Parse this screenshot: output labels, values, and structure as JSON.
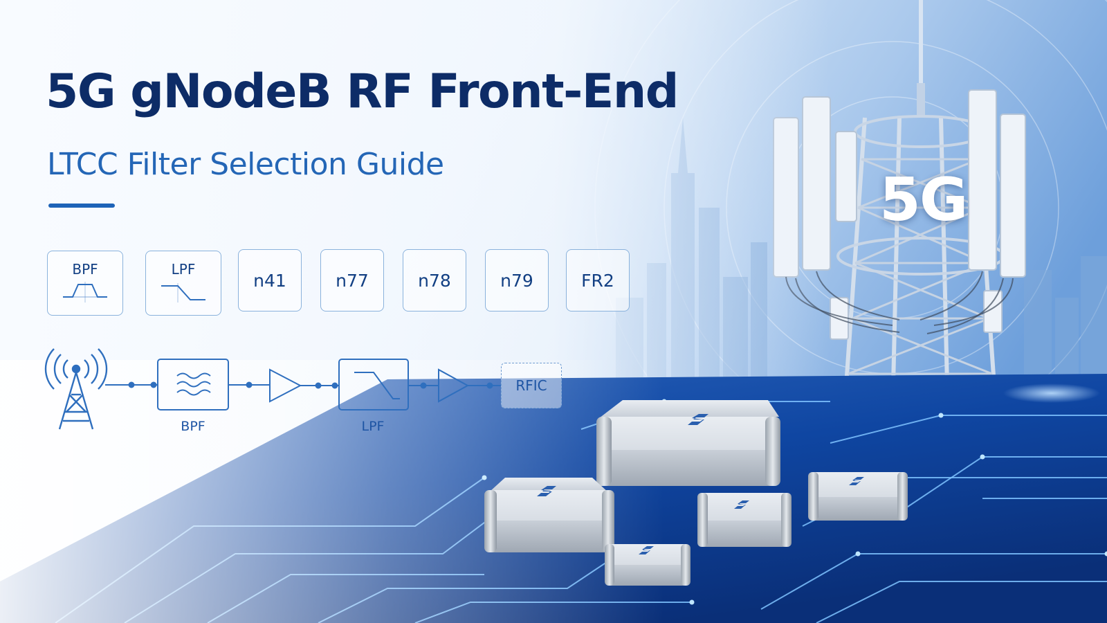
{
  "hero": {
    "title": "5G gNodeB RF Front-End",
    "subtitle": "LTCC Filter Selection Guide"
  },
  "tags": [
    {
      "label": "BPF",
      "icon": "bandpass-response-icon"
    },
    {
      "label": "LPF",
      "icon": "lowpass-response-icon"
    },
    {
      "label": "n41"
    },
    {
      "label": "n77"
    },
    {
      "label": "n78"
    },
    {
      "label": "n79"
    },
    {
      "label": "FR2"
    }
  ],
  "signal_chain": {
    "bpf_label": "BPF",
    "lpf_label": "LPF",
    "rfic_label": "RFIC"
  },
  "tower_badge": "5G",
  "colors": {
    "title": "#0d2c67",
    "subtitle": "#2466b6",
    "accent": "#1e63b8",
    "diagram": "#2f6fbe",
    "board": "#0d3f96"
  }
}
